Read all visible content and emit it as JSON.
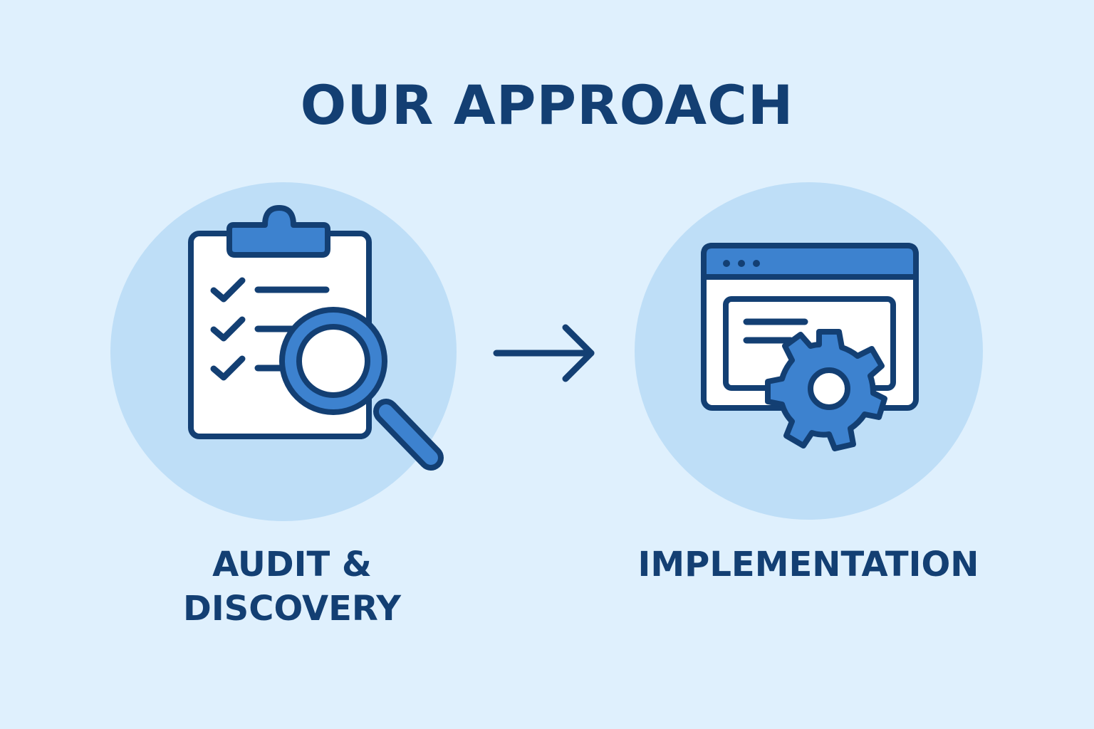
{
  "title": "OUR APPROACH",
  "steps": [
    {
      "label_lines": [
        "AUDIT &",
        "DISCOVERY"
      ],
      "icon": "clipboard-checklist-magnifier-icon"
    },
    {
      "label_lines": [
        "IMPLEMENTATION"
      ],
      "icon": "browser-window-gear-icon"
    }
  ],
  "connector_icon": "right-arrow-icon",
  "colors": {
    "background": "#dff0fd",
    "circle": "#bedef7",
    "dark_navy": "#133f73",
    "accent_blue": "#3d82cf",
    "white": "#ffffff"
  }
}
